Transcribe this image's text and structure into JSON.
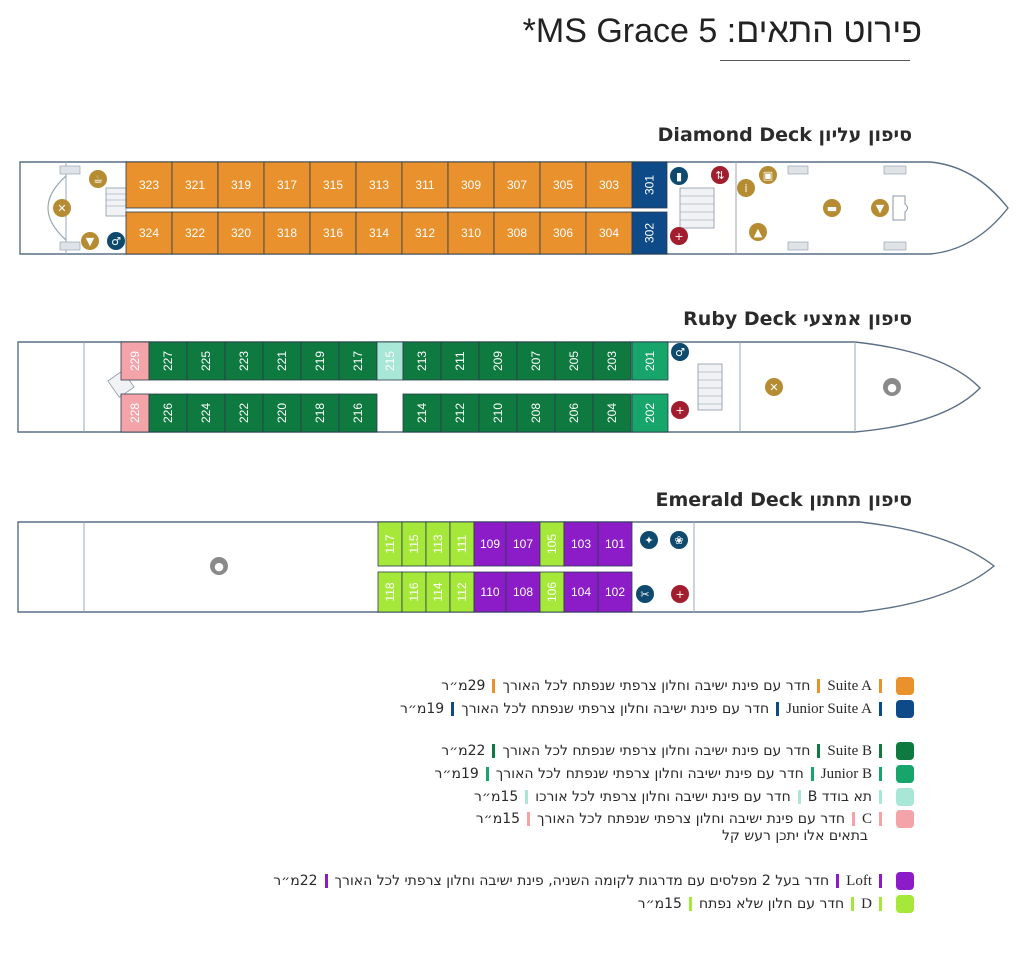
{
  "page": {
    "title": "פירוט התאים: MS Grace 5*",
    "bg_color": "#ffffff"
  },
  "decks": [
    {
      "label": "סיפון עליון Diamond Deck",
      "top_cabins": [
        {
          "num": "323",
          "color": "#E8912D"
        },
        {
          "num": "321",
          "color": "#E8912D"
        },
        {
          "num": "319",
          "color": "#E8912D"
        },
        {
          "num": "317",
          "color": "#E8912D"
        },
        {
          "num": "315",
          "color": "#E8912D"
        },
        {
          "num": "313",
          "color": "#E8912D"
        },
        {
          "num": "311",
          "color": "#E8912D"
        },
        {
          "num": "309",
          "color": "#E8912D"
        },
        {
          "num": "307",
          "color": "#E8912D"
        },
        {
          "num": "305",
          "color": "#E8912D"
        },
        {
          "num": "303",
          "color": "#E8912D"
        },
        {
          "num": "301",
          "color": "#0E4A88"
        }
      ],
      "bottom_cabins": [
        {
          "num": "324",
          "color": "#E8912D"
        },
        {
          "num": "322",
          "color": "#E8912D"
        },
        {
          "num": "320",
          "color": "#E8912D"
        },
        {
          "num": "318",
          "color": "#E8912D"
        },
        {
          "num": "316",
          "color": "#E8912D"
        },
        {
          "num": "314",
          "color": "#E8912D"
        },
        {
          "num": "312",
          "color": "#E8912D"
        },
        {
          "num": "310",
          "color": "#E8912D"
        },
        {
          "num": "308",
          "color": "#E8912D"
        },
        {
          "num": "306",
          "color": "#E8912D"
        },
        {
          "num": "304",
          "color": "#E8912D"
        },
        {
          "num": "302",
          "color": "#0E4A88"
        }
      ],
      "icons": [
        "coffee-icon",
        "dining-icon",
        "bar-icon",
        "restrooms-icon",
        "library-icon",
        "first-aid-icon",
        "elevator-icon",
        "info-icon",
        "shop-icon",
        "reception-icon",
        "lounge-icon",
        "bar-icon"
      ]
    },
    {
      "label": "סיפון אמצעי Ruby Deck",
      "top_cabins": [
        {
          "num": "229",
          "color": "#F4A3A8"
        },
        {
          "num": "227",
          "color": "#0E7A3F"
        },
        {
          "num": "225",
          "color": "#0E7A3F"
        },
        {
          "num": "223",
          "color": "#0E7A3F"
        },
        {
          "num": "221",
          "color": "#0E7A3F"
        },
        {
          "num": "219",
          "color": "#0E7A3F"
        },
        {
          "num": "217",
          "color": "#0E7A3F"
        },
        {
          "num": "215",
          "color": "#A8E6D6"
        },
        {
          "num": "213",
          "color": "#0E7A3F"
        },
        {
          "num": "211",
          "color": "#0E7A3F"
        },
        {
          "num": "209",
          "color": "#0E7A3F"
        },
        {
          "num": "207",
          "color": "#0E7A3F"
        },
        {
          "num": "205",
          "color": "#0E7A3F"
        },
        {
          "num": "203",
          "color": "#0E7A3F"
        },
        {
          "num": "201",
          "color": "#18A56B"
        }
      ],
      "bottom_cabins": [
        {
          "num": "228",
          "color": "#F4A3A8"
        },
        {
          "num": "226",
          "color": "#0E7A3F"
        },
        {
          "num": "224",
          "color": "#0E7A3F"
        },
        {
          "num": "222",
          "color": "#0E7A3F"
        },
        {
          "num": "220",
          "color": "#0E7A3F"
        },
        {
          "num": "218",
          "color": "#0E7A3F"
        },
        {
          "num": "216",
          "color": "#0E7A3F"
        },
        {
          "num": "214",
          "color": "#0E7A3F"
        },
        {
          "num": "212",
          "color": "#0E7A3F"
        },
        {
          "num": "210",
          "color": "#0E7A3F"
        },
        {
          "num": "208",
          "color": "#0E7A3F"
        },
        {
          "num": "206",
          "color": "#0E7A3F"
        },
        {
          "num": "204",
          "color": "#0E7A3F"
        },
        {
          "num": "202",
          "color": "#18A56B"
        }
      ],
      "icons": [
        "restrooms-icon",
        "first-aid-icon",
        "restaurant-icon",
        "chef-icon"
      ]
    },
    {
      "label": "סיפון תחתון Emerald Deck",
      "top_cabins": [
        {
          "num": "117",
          "color": "#A6E83A"
        },
        {
          "num": "115",
          "color": "#A6E83A"
        },
        {
          "num": "113",
          "color": "#A6E83A"
        },
        {
          "num": "111",
          "color": "#A6E83A"
        },
        {
          "num": "109",
          "color": "#8C1CC8"
        },
        {
          "num": "107",
          "color": "#8C1CC8"
        },
        {
          "num": "105",
          "color": "#A6E83A"
        },
        {
          "num": "103",
          "color": "#8C1CC8"
        },
        {
          "num": "101",
          "color": "#8C1CC8"
        }
      ],
      "bottom_cabins": [
        {
          "num": "118",
          "color": "#A6E83A"
        },
        {
          "num": "116",
          "color": "#A6E83A"
        },
        {
          "num": "114",
          "color": "#A6E83A"
        },
        {
          "num": "112",
          "color": "#A6E83A"
        },
        {
          "num": "110",
          "color": "#8C1CC8"
        },
        {
          "num": "108",
          "color": "#8C1CC8"
        },
        {
          "num": "106",
          "color": "#A6E83A"
        },
        {
          "num": "104",
          "color": "#8C1CC8"
        },
        {
          "num": "102",
          "color": "#8C1CC8"
        }
      ],
      "icons": [
        "fitness-icon",
        "spa-icon",
        "hairdresser-icon",
        "first-aid-icon",
        "kitchen-icon"
      ]
    }
  ],
  "legend": [
    {
      "code": "Suite A",
      "color": "#E8912D",
      "desc": "חדר עם פינת ישיבה וחלון צרפתי שנפתח לכל האורך",
      "size": "29מ״ר"
    },
    {
      "code": "Junior Suite A",
      "color": "#0E4A88",
      "desc": "חדר עם פינת ישיבה וחלון צרפתי שנפתח לכל האורך",
      "size": "19מ״ר"
    },
    {
      "code": "Suite B",
      "color": "#0E7A3F",
      "desc": "חדר עם פינת ישיבה וחלון צרפתי שנפתח לכל האורך",
      "size": "22מ״ר"
    },
    {
      "code": "Junior B",
      "color": "#18A56B",
      "desc": "חדר עם פינת ישיבה וחלון צרפתי שנפתח לכל האורך",
      "size": "19מ״ר"
    },
    {
      "code": "תא בודד B",
      "color": "#A8E6D6",
      "desc": "חדר עם פינת ישיבה וחלון צרפתי לכל אורכו",
      "size": "15מ״ר"
    },
    {
      "code": "C",
      "color": "#F4A3A8",
      "desc": "חדר עם פינת ישיבה וחלון צרפתי שנפתח לכל האורך",
      "size": "15מ״ר"
    },
    {
      "code": "Loft",
      "color": "#8C1CC8",
      "desc": "חדר בעל 2 מפלסים עם מדרגות לקומה השניה, פינת ישיבה וחלון צרפתי לכל האורך",
      "size": "22מ״ר"
    },
    {
      "code": "D",
      "color": "#A6E83A",
      "desc": "חדר עם חלון שלא נפתח",
      "size": "15מ״ר"
    }
  ],
  "legend_note": "בתאים אלו יתכן רעש קל",
  "colors": {
    "hull_outline": "#5a6f86",
    "hull_fill": "#ffffff",
    "icon_gold": "#B58C32",
    "icon_navy": "#0E4A6E",
    "icon_red": "#A01E2E",
    "icon_gray": "#8A8A8A",
    "corridor": "#ffffff"
  }
}
